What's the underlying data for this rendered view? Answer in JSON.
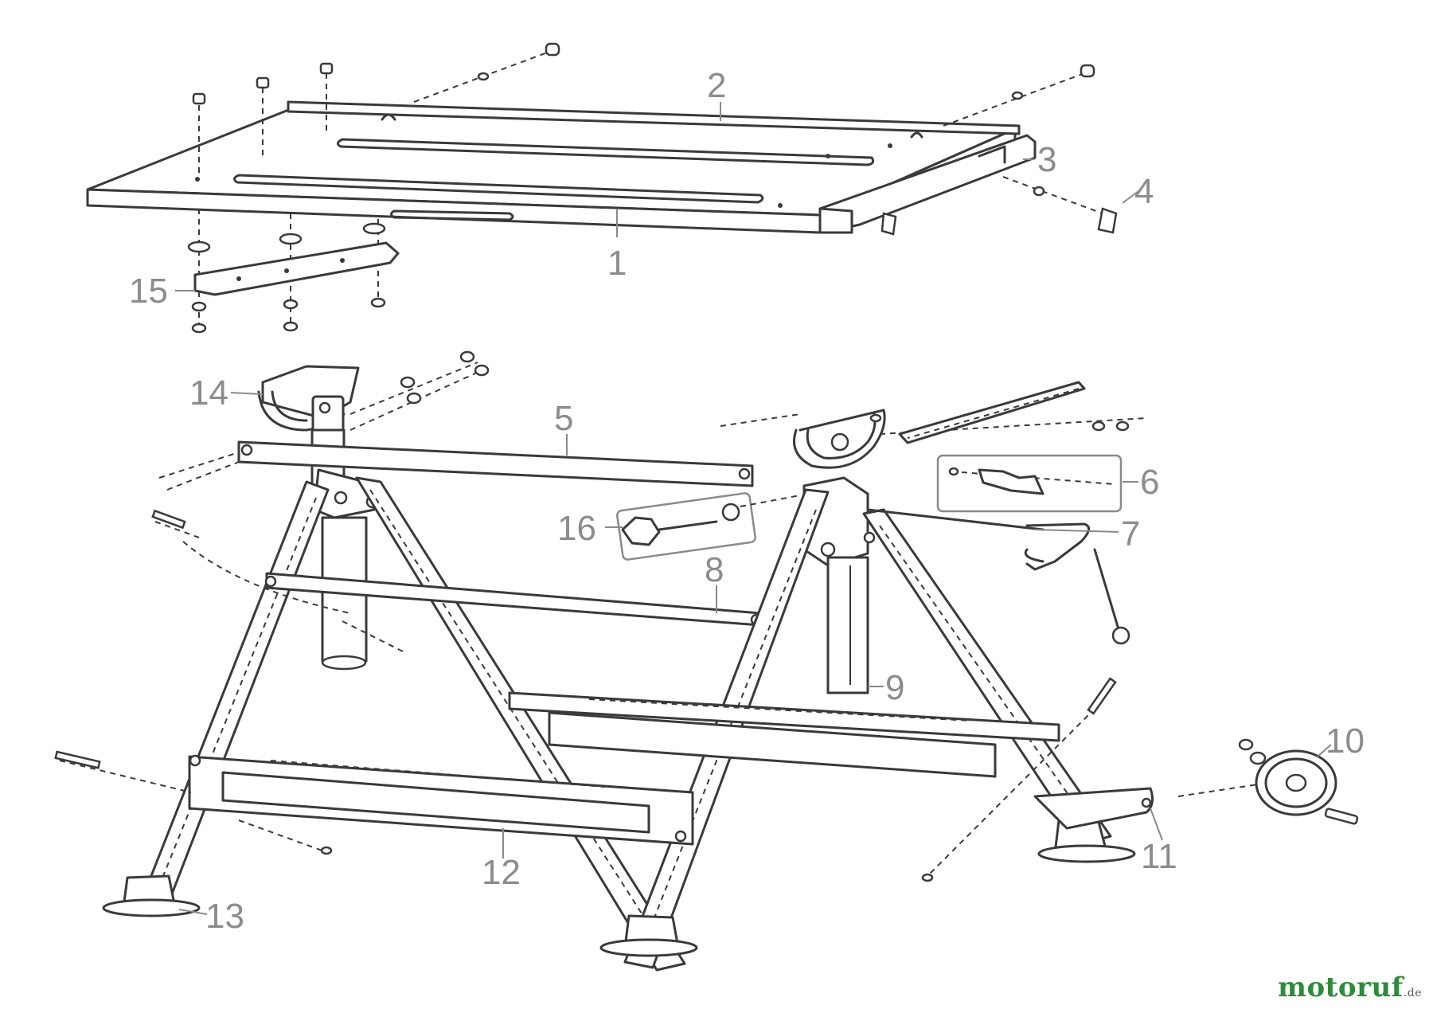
{
  "callouts": {
    "n1": "1",
    "n2": "2",
    "n3": "3",
    "n4": "4",
    "n5": "5",
    "n6": "6",
    "n7": "7",
    "n8": "8",
    "n9": "9",
    "n10": "10",
    "n11": "11",
    "n12": "12",
    "n13": "13",
    "n14": "14",
    "n15": "15",
    "n16": "16"
  },
  "watermark": {
    "part1": "motoruf",
    "part2": "",
    "tld": ".de"
  },
  "colors": {
    "line": "#3a3a3a",
    "callout": "#8c8c8c",
    "brand_green": "#2e8b3a",
    "brand_red": "#c0392b"
  }
}
